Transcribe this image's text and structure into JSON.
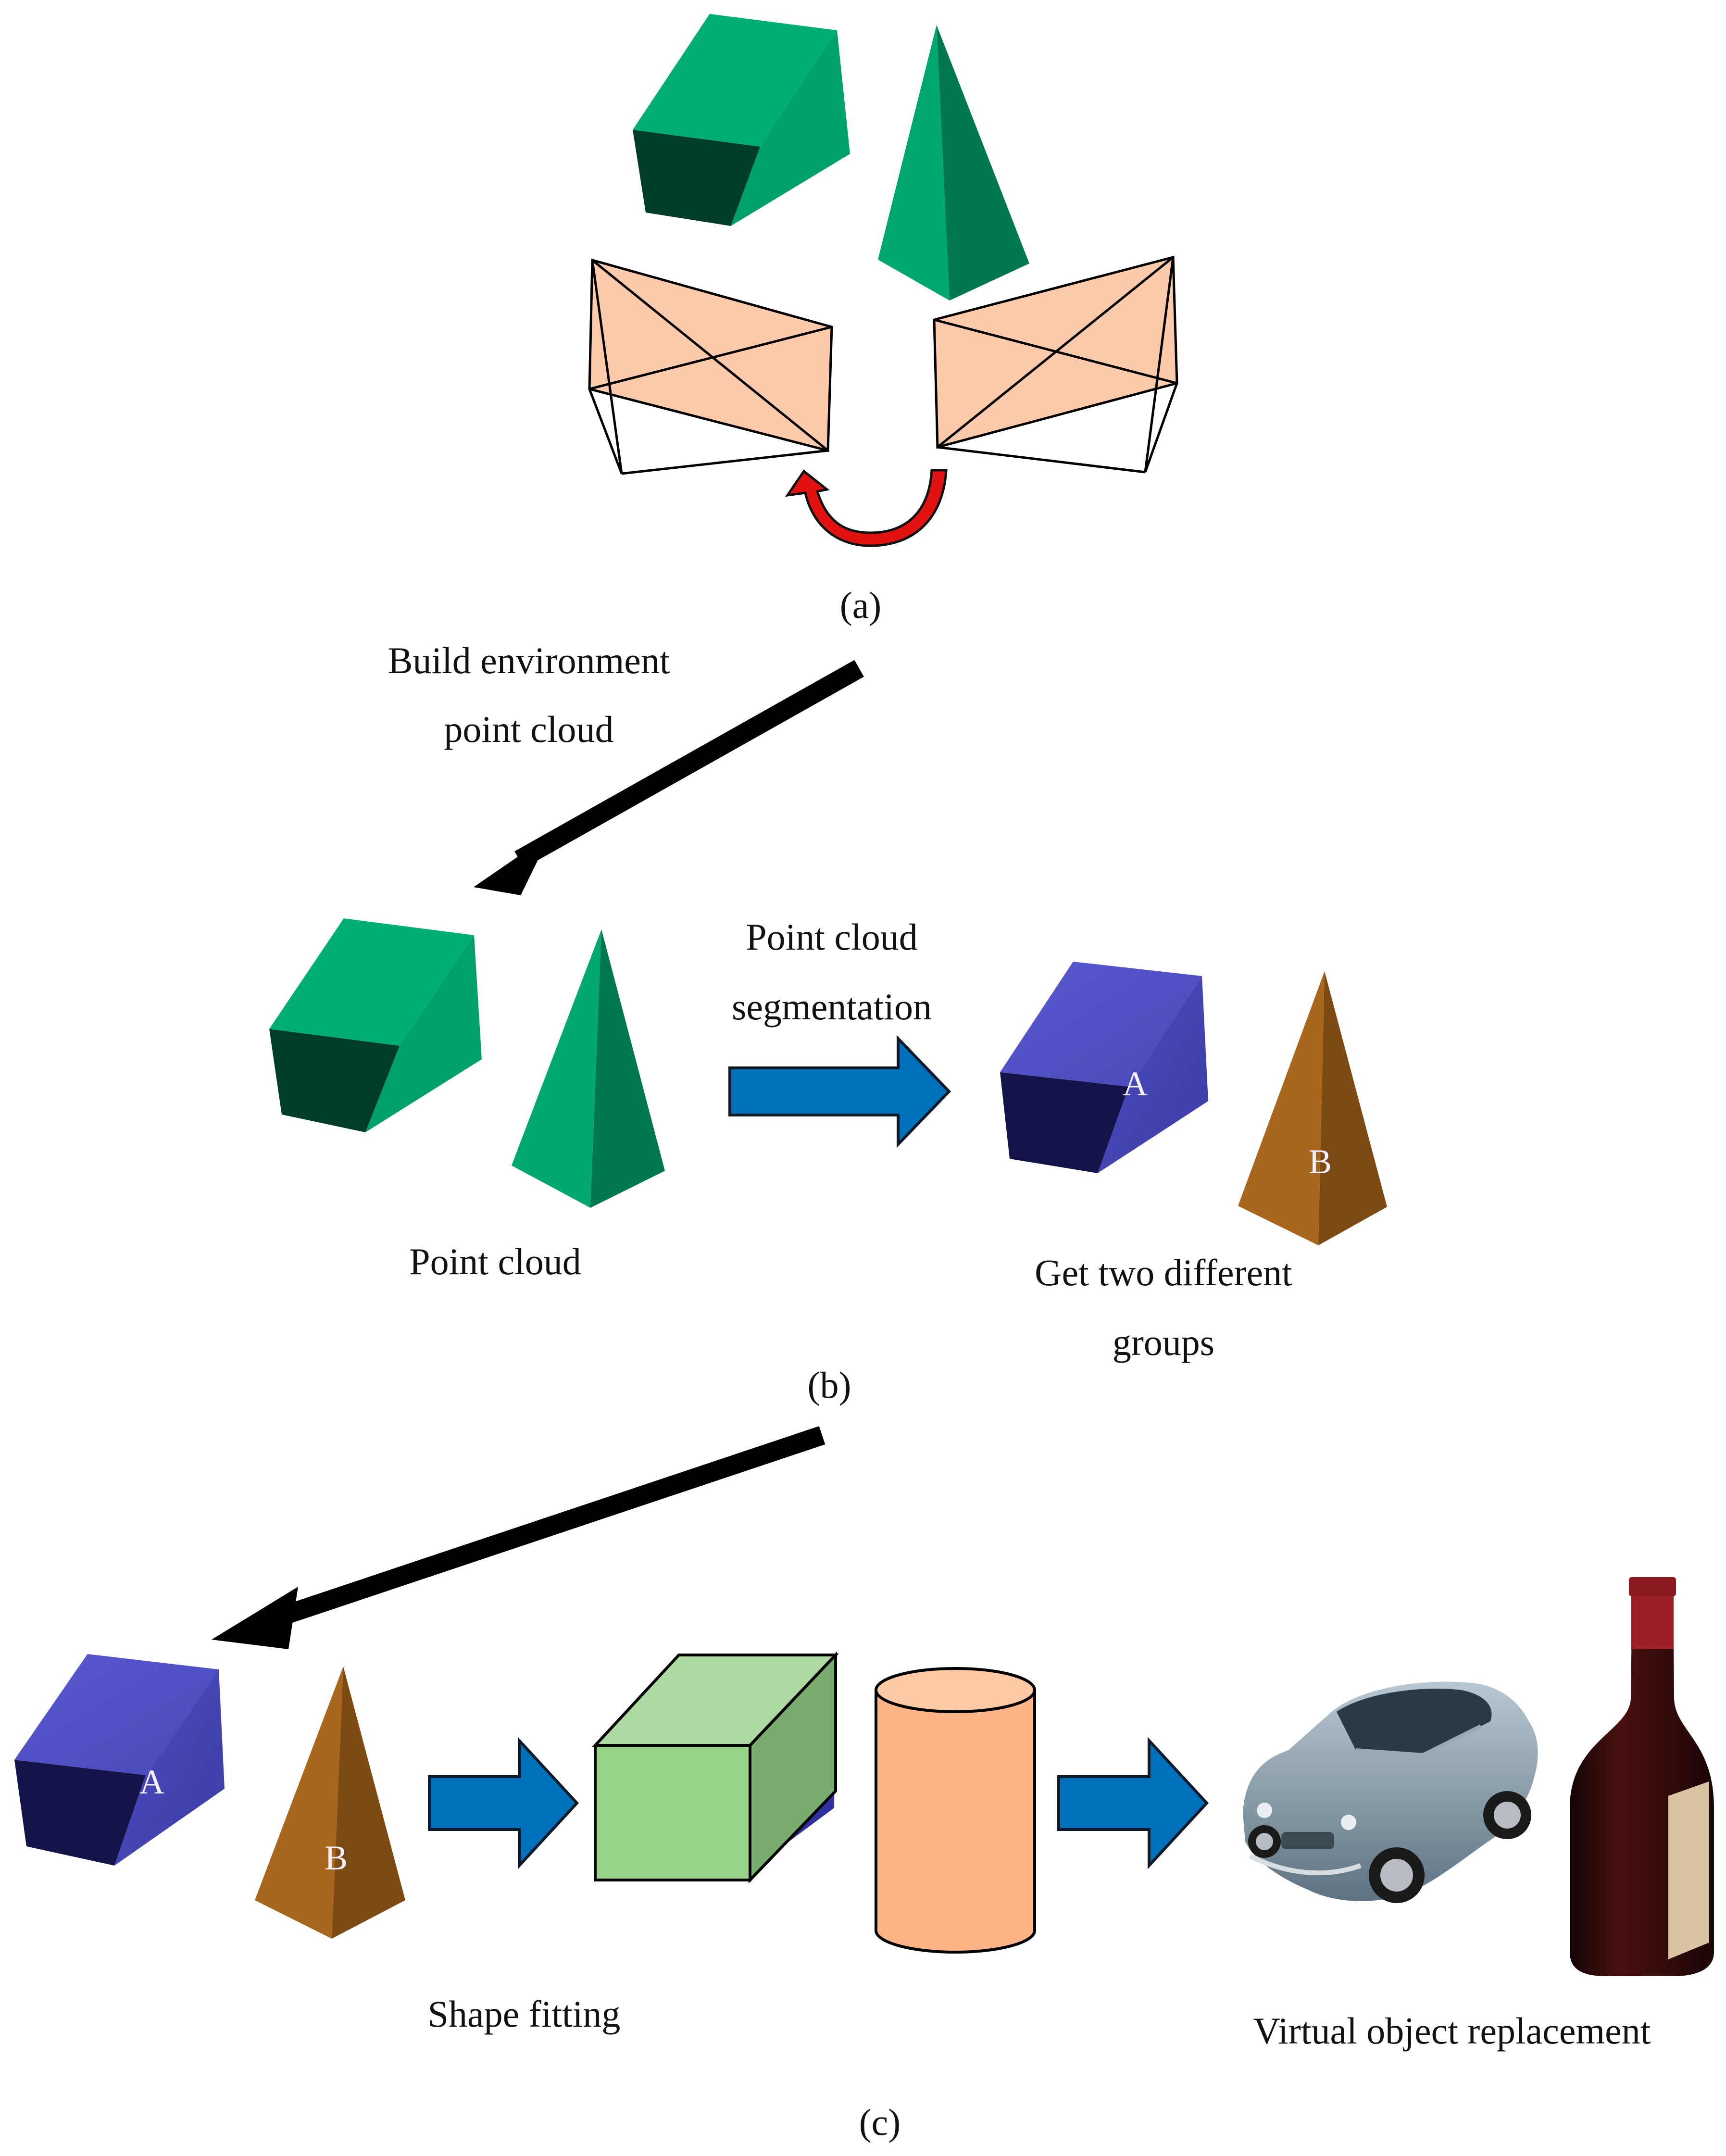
{
  "panels": {
    "a": {
      "caption": "(a)"
    },
    "b": {
      "caption": "(b)"
    },
    "c": {
      "caption": "(c)"
    }
  },
  "steps": {
    "build_point_cloud": {
      "line1": "Build environment",
      "line2": "point cloud"
    },
    "segmentation": {
      "line1": "Point cloud",
      "line2": "segmentation"
    },
    "point_cloud": "Point cloud",
    "two_groups": {
      "line1": "Get two different",
      "line2": "groups"
    },
    "shape_fitting": "Shape fitting",
    "virtual_replacement": "Virtual object replacement"
  },
  "group_labels": {
    "a": "A",
    "b": "B"
  },
  "colors": {
    "green_light": "#00aa72",
    "green_mid": "#009a68",
    "green_dark": "#003b27",
    "camera_fill": "#fdcbab",
    "flow_arrow": "#0070bb",
    "step_arrow": "#000000",
    "rotation_arrow": "#e01212",
    "group_a": "#5252c8",
    "group_b": "#a8671c",
    "fit_box": "#98d58a",
    "fit_cylinder": "#fdb487"
  },
  "icons": [
    "cube-icon",
    "pyramid-icon",
    "camera-frustum-icon",
    "rotation-arrow-icon",
    "car-icon",
    "wine-bottle-icon"
  ]
}
